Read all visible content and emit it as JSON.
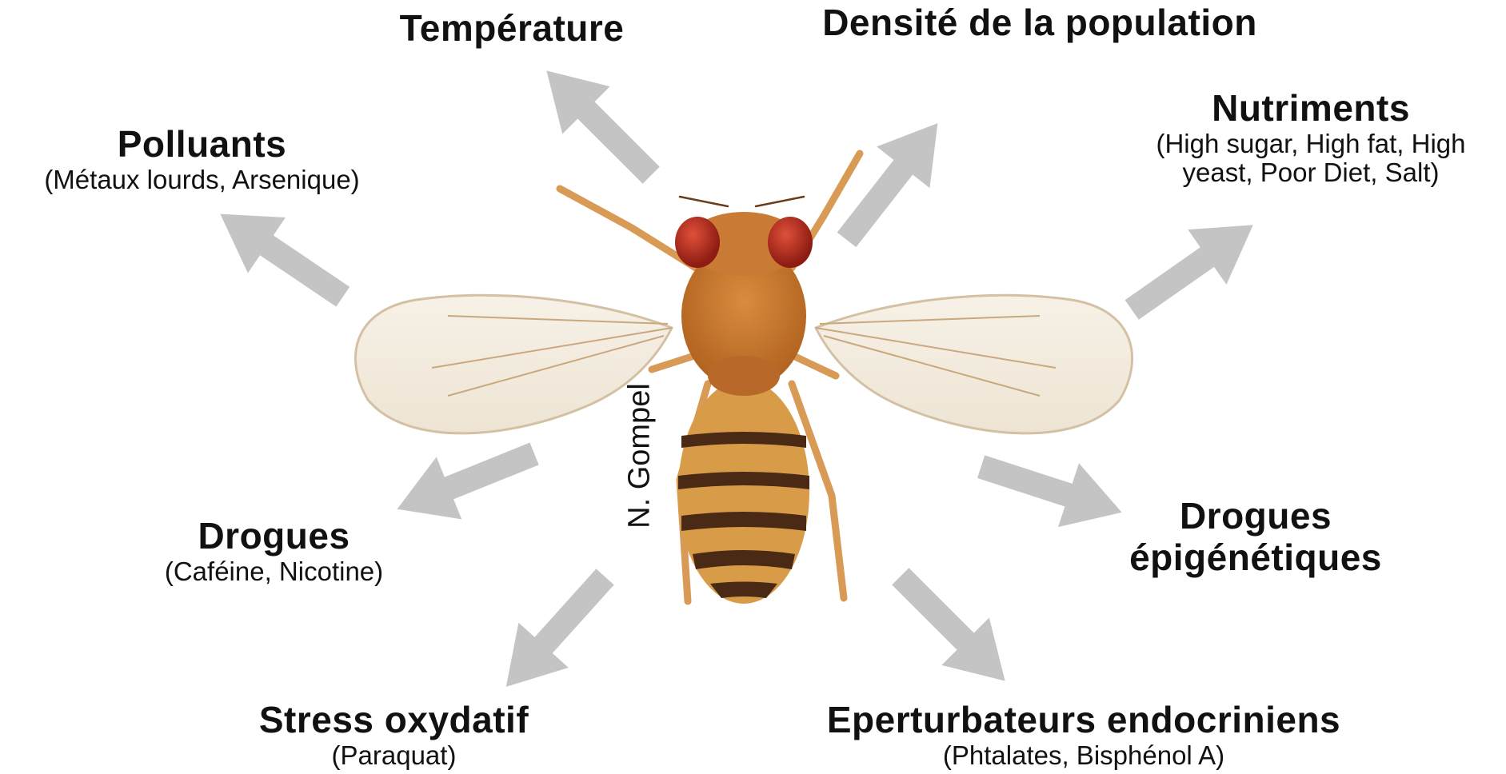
{
  "factors": {
    "temperature": {
      "title": "Température"
    },
    "density": {
      "title": "Densité de la population"
    },
    "pollutants": {
      "title": "Polluants",
      "subtitle": "(Métaux lourds, Arsenique)"
    },
    "nutrients": {
      "title": "Nutriments",
      "subtitle_line1": "(High sugar, High fat, High",
      "subtitle_line2": "yeast, Poor Diet, Salt)"
    },
    "drugs": {
      "title": "Drogues",
      "subtitle": "(Caféine, Nicotine)"
    },
    "epigenetic_drugs": {
      "title_line1": "Drogues",
      "title_line2": "épigénétiques"
    },
    "oxidative_stress": {
      "title": "Stress oxydatif",
      "subtitle": "(Paraquat)"
    },
    "endocrine_disruptors": {
      "title": "Eperturbateurs endocriniens",
      "subtitle": "(Phtalates, Bisphénol A)"
    }
  },
  "credit": "N. Gompel",
  "colors": {
    "arrow": "#c4c4c4",
    "body": "#c8782e",
    "abdomen_band": "#4a2a14",
    "eye": "#b02a1c",
    "wing": "#f4ede1"
  }
}
